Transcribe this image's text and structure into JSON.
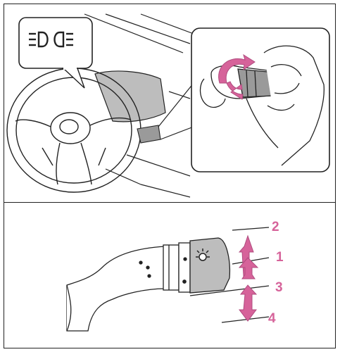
{
  "colors": {
    "accent": "#d6639a",
    "line": "#222222",
    "shade": "#bdbdbd",
    "dark_shade": "#9a9a9a"
  },
  "icons": {
    "indicator": "headlight-indicator-icon",
    "rotation": "double-arrow-rotate-icon"
  },
  "positions": [
    {
      "label": "2"
    },
    {
      "label": "1"
    },
    {
      "label": "3"
    },
    {
      "label": "4"
    }
  ]
}
